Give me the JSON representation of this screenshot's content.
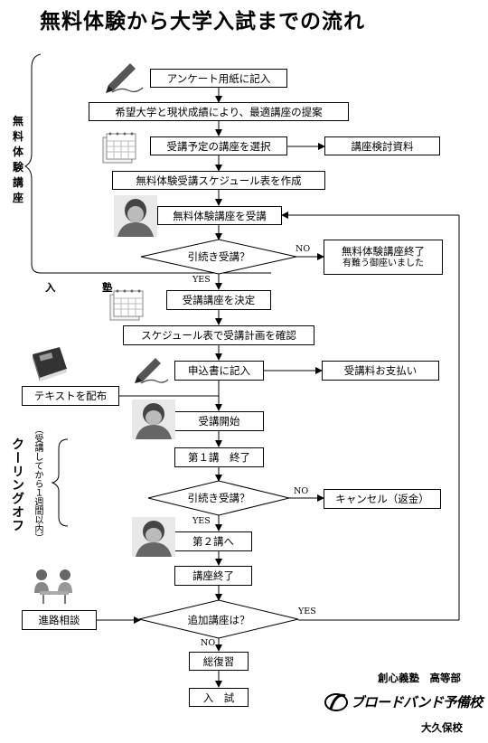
{
  "title": "無料体験から大学入試までの流れ",
  "steps": {
    "questionnaire": "アンケート用紙に記入",
    "proposal": "希望大学と現状成績により、最適講座の提案",
    "select_course": "受講予定の講座を選択",
    "course_materials": "講座検討資料",
    "schedule": "無料体験受講スケジュール表を作成",
    "attend_trial": "無料体験講座を受講",
    "continue_q1": "引続き受講？",
    "trial_end_line1": "無料体験講座終了",
    "trial_end_line2": "有難う御座いました",
    "decide_course": "受講講座を決定",
    "confirm_plan": "スケジュール表で受講計画を確認",
    "application": "申込書に記入",
    "payment": "受講料お支払い",
    "textbook": "テキストを配布",
    "start": "受講開始",
    "lesson1": "第１講　終了",
    "continue_q2": "引続き受講？",
    "cancel": "キャンセル（返金）",
    "lesson2": "第２講へ",
    "course_end": "講座終了",
    "counseling": "進路相談",
    "additional_q": "追加講座は？",
    "review": "総復習",
    "exam": "入　試"
  },
  "labels": {
    "yes1": "YES",
    "no1": "NO",
    "yes2": "YES",
    "no2": "NO",
    "yes3": "YES",
    "no3": "NO"
  },
  "side": {
    "trial_chars": [
      "無",
      "料",
      "体",
      "験",
      "講",
      "座"
    ],
    "enrollment": "入　塾",
    "cooling_note": "（受講してから１週間以内）",
    "cooling_off": "クーリングオフ"
  },
  "footer": {
    "school_line": "創心義塾　高等部",
    "brand": "ブロードバンド予備校",
    "branch": "大久保校"
  }
}
